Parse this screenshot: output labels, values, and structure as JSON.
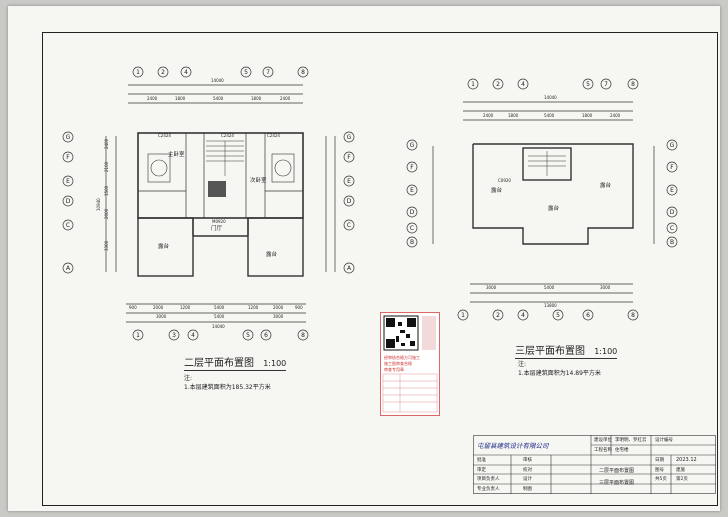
{
  "plans": {
    "second_floor": {
      "title": "二层平面布置图",
      "scale": "1:100",
      "note_label": "注:",
      "note_text": "1.本层建筑面积为185.32平方米",
      "axis_numbers": [
        "1",
        "2",
        "4",
        "5",
        "7",
        "8"
      ],
      "bottom_axis_numbers": [
        "1",
        "3",
        "4",
        "5",
        "6",
        "8"
      ],
      "side_axis_letters": [
        "G",
        "F",
        "E",
        "D",
        "C",
        "A"
      ],
      "dims_top_total": "14040",
      "dims_top": [
        "2400",
        "1800",
        "5400",
        "1800",
        "2400"
      ],
      "dims_bottom": [
        "900",
        "2000",
        "1200",
        "5400",
        "1200",
        "2000",
        "900"
      ],
      "dims_bottom2": [
        "3000",
        "5400",
        "3000"
      ],
      "dims_bottom_total": "14040",
      "dims_left": [
        "2400",
        "2100",
        "1500",
        "2000",
        "3300"
      ],
      "dims_left_total": "10940",
      "rooms": [
        "主卧室",
        "次卧室",
        "露台",
        "露台",
        "门厅"
      ],
      "windows": [
        "C2424",
        "C2424",
        "C2424",
        "M0920"
      ]
    },
    "third_floor": {
      "title": "三层平面布置图",
      "scale": "1:100",
      "note_label": "注:",
      "note_text": "1.本层建筑面积为14.89平方米",
      "axis_numbers": [
        "1",
        "2",
        "4",
        "5",
        "7",
        "8"
      ],
      "bottom_axis_numbers": [
        "1",
        "2",
        "4",
        "5",
        "6",
        "8"
      ],
      "side_axis_letters": [
        "G",
        "F",
        "E",
        "D",
        "C",
        "B"
      ],
      "dims_top_total": "14040",
      "dims_top": [
        "2400",
        "1800",
        "5400",
        "1800",
        "2400"
      ],
      "dims_bottom": [
        "3000",
        "5400",
        "3000"
      ],
      "dims_bottom_total": "13800",
      "rooms": [
        "露台",
        "露台",
        "露台"
      ],
      "windows": [
        "C0920"
      ]
    }
  },
  "stamp": {
    "header": "经审核合格方可施工",
    "lines": [
      "施工图审查合格",
      "审查专用章"
    ]
  },
  "title_block": {
    "company": "屯留县建筑设计有限公司",
    "owner_label": "建设单位",
    "owner_value": "李明明、罗红云",
    "project_label": "工程名称",
    "project_value": "住宅楼",
    "drawing_no_label": "设计编号",
    "rows": [
      {
        "left": "批准",
        "mid": "审核"
      },
      {
        "left": "审定",
        "mid": "校对"
      },
      {
        "left": "项目负责人",
        "mid": "设计"
      },
      {
        "left": "专业负责人",
        "mid": "制图"
      }
    ],
    "drawing_names": [
      "二层平面布置图",
      "三层平面布置图"
    ],
    "date_label": "日期",
    "date_value": "2023.12",
    "sheet_label": "图号",
    "sheet_value": "建施",
    "page_label": "共5页",
    "page_value": "第2页"
  }
}
